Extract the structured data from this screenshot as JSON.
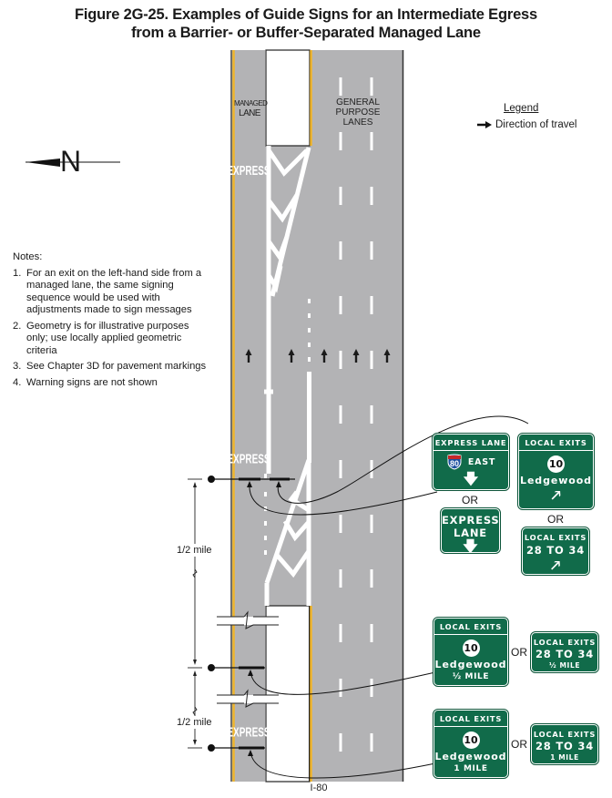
{
  "figure": {
    "title_line1": "Figure 2G-25.  Examples of Guide Signs for an Intermediate Egress",
    "title_line2": "from a Barrier- or Buffer-Separated Managed Lane"
  },
  "north_arrow": {
    "label": "N",
    "icon": "north-arrow-icon"
  },
  "legend": {
    "heading": "Legend",
    "items": [
      {
        "icon": "direction-arrow-icon",
        "label": "Direction of travel"
      }
    ]
  },
  "notes": {
    "heading": "Notes:",
    "items": [
      {
        "num": "1.",
        "text": "For an exit on the left-hand side from a managed lane, the same signing sequence would be used with adjustments made to sign messages"
      },
      {
        "num": "2.",
        "text": "Geometry is for illustrative purposes only; use locally applied geometric criteria"
      },
      {
        "num": "3.",
        "text": "See Chapter 3D for pavement markings"
      },
      {
        "num": "4.",
        "text": "Warning signs are not shown"
      }
    ]
  },
  "roadway": {
    "managed_lane_label_1": "MANAGED",
    "managed_lane_label_2": "LANE",
    "gp_label_1": "GENERAL",
    "gp_label_2": "PURPOSE",
    "gp_label_3": "LANES",
    "pavement_word": "EXPRESS",
    "route_label": "I-80",
    "colors": {
      "pavement": "#b3b3b5",
      "edge_yellow": "#f0b429",
      "marking": "#ffffff",
      "sign_green": "#116b4a"
    }
  },
  "dimensions": {
    "first": "1/2 mile",
    "second": "1/2 mile"
  },
  "or_label": "OR",
  "signs": {
    "express_lane_i80": {
      "band": "EXPRESS LANE",
      "shield": "80",
      "direction": "EAST",
      "arrow": "down-arrow"
    },
    "express_lane_plain": {
      "line1": "EXPRESS",
      "line2": "LANE",
      "arrow": "down-arrow"
    },
    "local_exits_10_exit": {
      "band": "LOCAL EXITS",
      "route": "10",
      "dest": "Ledgewood",
      "arrow": "up-right-arrow"
    },
    "local_exits_28_34_exit": {
      "line1": "LOCAL EXITS",
      "line2": "28 TO 34",
      "arrow": "up-right-arrow"
    },
    "local_exits_10_half": {
      "band": "LOCAL EXITS",
      "route": "10",
      "dest": "Ledgewood",
      "distance": "½ MILE"
    },
    "local_exits_28_34_half": {
      "line1": "LOCAL EXITS",
      "line2": "28 TO 34",
      "distance": "½ MILE"
    },
    "local_exits_10_one": {
      "band": "LOCAL EXITS",
      "route": "10",
      "dest": "Ledgewood",
      "distance": "1 MILE"
    },
    "local_exits_28_34_one": {
      "line1": "LOCAL EXITS",
      "line2": "28 TO 34",
      "distance": "1 MILE"
    }
  }
}
